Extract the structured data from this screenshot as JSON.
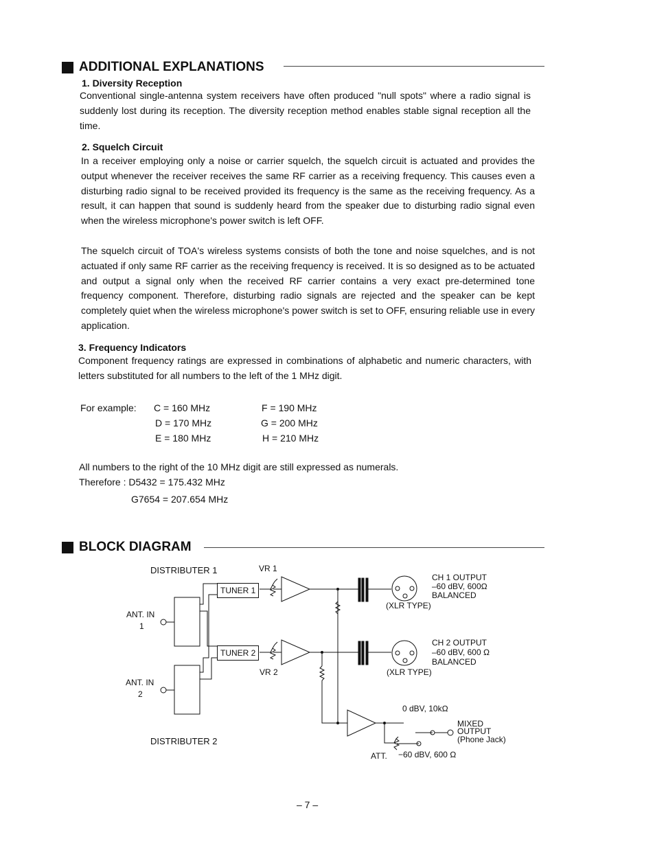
{
  "additional": {
    "title": "ADDITIONAL EXPLANATIONS",
    "diversity": {
      "heading": "1. Diversity Reception",
      "text": "Conventional single-antenna system receivers have often produced \"null spots\" where a radio signal is suddenly lost during its reception. The diversity reception method enables stable signal reception all the time."
    },
    "squelch": {
      "heading": "2. Squelch Circuit",
      "p1": "In a receiver employing only a noise or carrier squelch, the squelch circuit is actuated and provides the output whenever the receiver receives the same RF carrier as a receiving frequency. This causes even a disturbing radio signal to be received provided its frequency is the same as the receiving frequency. As a result, it can happen that sound is suddenly heard from the speaker due to disturbing radio signal even when the wireless microphone's power switch is left OFF.",
      "p2": "The squelch circuit of TOA's wireless systems consists of both the tone and noise squelches, and is not actuated if only same RF carrier as the receiving frequency is received. It is so designed as to be actuated and output a signal only when the received RF carrier contains a very exact pre-determined tone frequency component. Therefore, disturbing radio signals are rejected and the speaker can be kept completely quiet when the wireless microphone's power switch is set to OFF, ensuring reliable use in every application."
    },
    "freq": {
      "heading": "3. Frequency Indicators",
      "text": "Component frequency ratings are expressed in combinations of alphabetic and numeric characters, with letters substituted for all numbers to the left of the 1 MHz digit.",
      "example_label": "For example:",
      "examples": [
        "C = 160 MHz",
        "D = 170 MHz",
        "E = 180 MHz",
        "F = 190 MHz",
        "G = 200 MHz",
        "H = 210 MHz"
      ],
      "note": "All numbers to the right of the 10 MHz digit are still expressed as numerals.",
      "therefore": "Therefore : D5432 = 175.432 MHz",
      "therefore2": "G7654 = 207.654 MHz"
    }
  },
  "block": {
    "title": "BLOCK DIAGRAM",
    "labels": {
      "dist1": "DISTRIBUTER 1",
      "dist2": "DISTRIBUTER 2",
      "vr1": "VR 1",
      "vr2": "VR 2",
      "tuner1": "TUNER 1",
      "tuner2": "TUNER 2",
      "ant1_a": "ANT.  IN",
      "ant1_b": "1",
      "ant2_a": "ANT.  IN",
      "ant2_b": "2",
      "ch1_a": "CH 1 OUTPUT",
      "ch1_b": "–60 dBV,  600Ω",
      "ch1_c": "BALANCED",
      "xlr1": "(XLR TYPE)",
      "ch2_a": "CH 2 OUTPUT",
      "ch2_b": "–60 dBV, 600  Ω",
      "ch2_c": "BALANCED",
      "xlr2": "(XLR TYPE)",
      "zero_dbv": "0 dBV, 10kΩ",
      "mixed_a": "MIXED",
      "mixed_b": "OUTPUT",
      "mixed_c": "(Phone Jack)",
      "att": "ATT.",
      "minus60": "−60 dBV, 600  Ω"
    }
  },
  "page_number": "– 7 –"
}
